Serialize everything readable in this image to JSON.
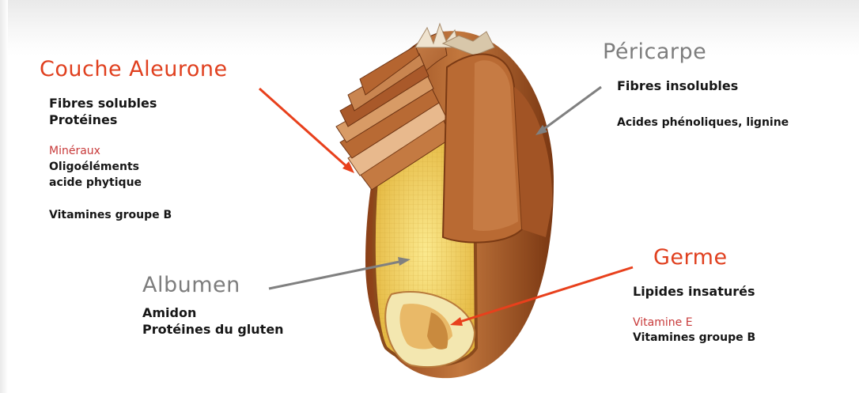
{
  "couche_aleurone": {
    "title": "Couche Aleurone",
    "lines": [
      "Fibres solubles",
      "Protéines"
    ],
    "highlight": "Minéraux",
    "lines2": [
      "Oligoéléments",
      "acide phytique"
    ],
    "line3": "Vitamines groupe B"
  },
  "pericarpe": {
    "title": "Péricarpe",
    "line1": "Fibres insolubles",
    "line2": "Acides phénoliques, lignine"
  },
  "albumen": {
    "title": "Albumen",
    "lines": [
      "Amidon",
      "Protéines  du gluten"
    ]
  },
  "germe": {
    "title": "Germe",
    "line1": "Lipides insaturés",
    "highlight": "Vitamine E",
    "line2": "Vitamines groupe B"
  },
  "colors": {
    "red_title": "#e0401f",
    "grey_title": "#7d7d7d",
    "red_arrow": "#e8401c",
    "grey_arrow": "#808080",
    "bran": "#b5662f",
    "endosperm": "#f2d35a"
  }
}
